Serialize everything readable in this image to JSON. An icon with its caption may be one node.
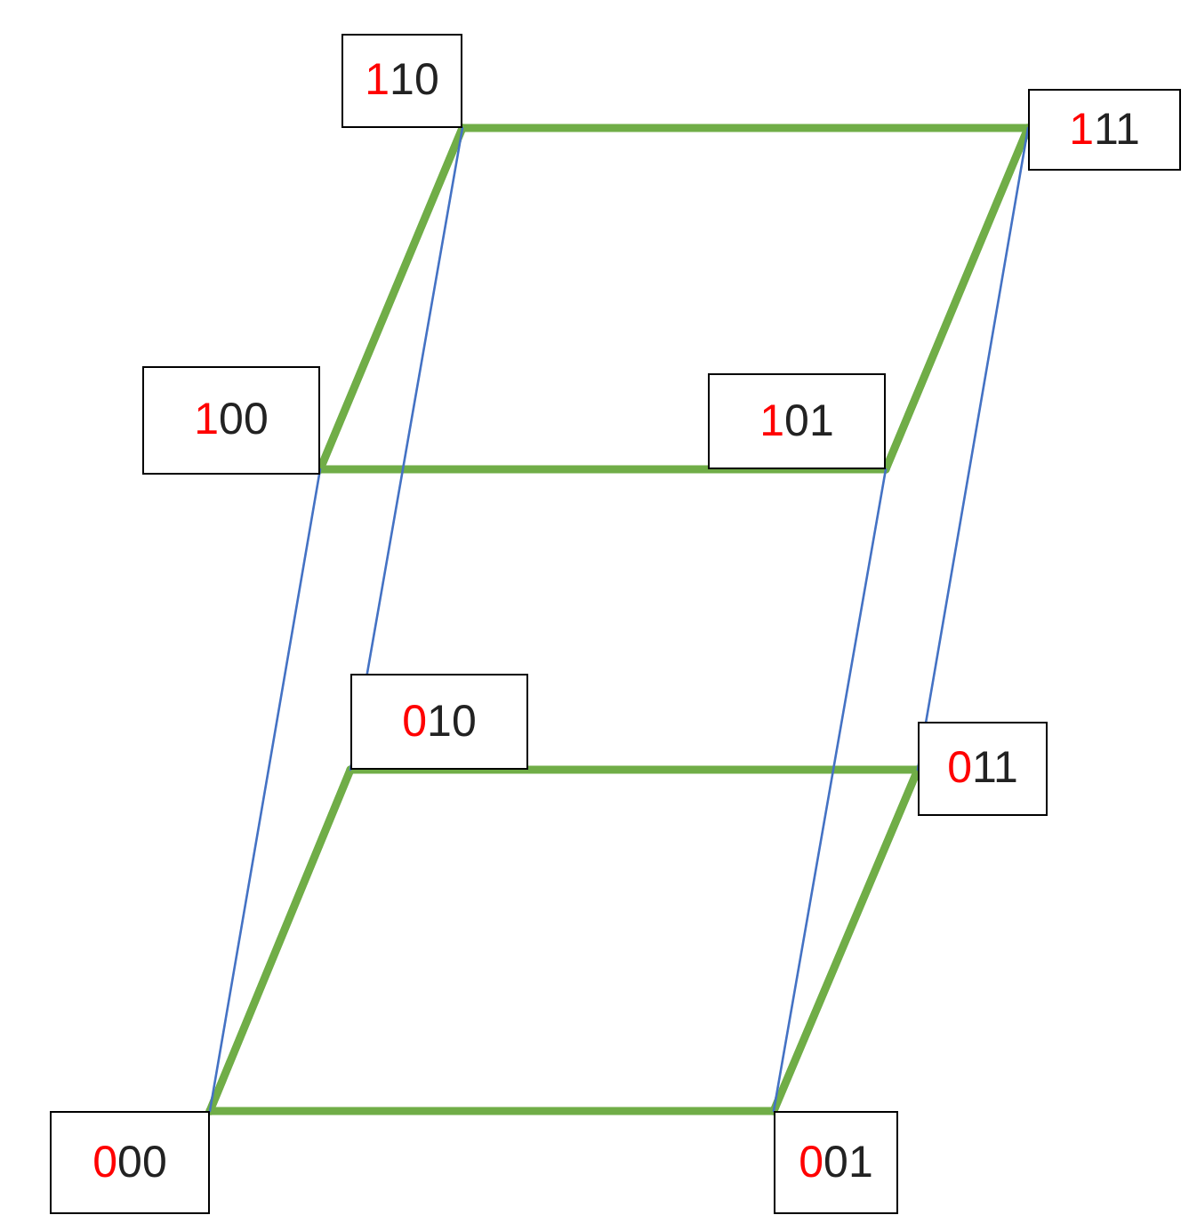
{
  "diagram": {
    "nodes": [
      {
        "text": [
          "110"
        ]
      },
      {
        "text": [
          "111"
        ]
      },
      {
        "text": [
          "100"
        ]
      },
      {
        "text": [
          "101"
        ]
      },
      {
        "text": [
          "010"
        ]
      },
      {
        "text": [
          "011"
        ]
      },
      {
        "text": [
          "000"
        ]
      },
      {
        "text": [
          "001"
        ]
      }
    ],
    "edges": [
      {
        "from": 0,
        "to": 1,
        "arrow": "none"
      },
      {
        "from": 1,
        "to": 3,
        "arrow": "none"
      },
      {
        "from": 3,
        "to": 2,
        "arrow": "none"
      },
      {
        "from": 2,
        "to": 0,
        "arrow": "none"
      },
      {
        "from": 4,
        "to": 5,
        "arrow": "none"
      },
      {
        "from": 5,
        "to": 7,
        "arrow": "none"
      },
      {
        "from": 7,
        "to": 6,
        "arrow": "none"
      },
      {
        "from": 6,
        "to": 4,
        "arrow": "none"
      },
      {
        "from": 6,
        "to": 2,
        "arrow": "none",
        "color": "#4472c4"
      },
      {
        "from": 7,
        "to": 3,
        "arrow": "none",
        "color": "#4472c4"
      },
      {
        "from": 4,
        "to": 0,
        "arrow": "none",
        "color": "#4472c4"
      },
      {
        "from": 5,
        "to": 1,
        "arrow": "none",
        "color": "#4472c4"
      }
    ]
  }
}
